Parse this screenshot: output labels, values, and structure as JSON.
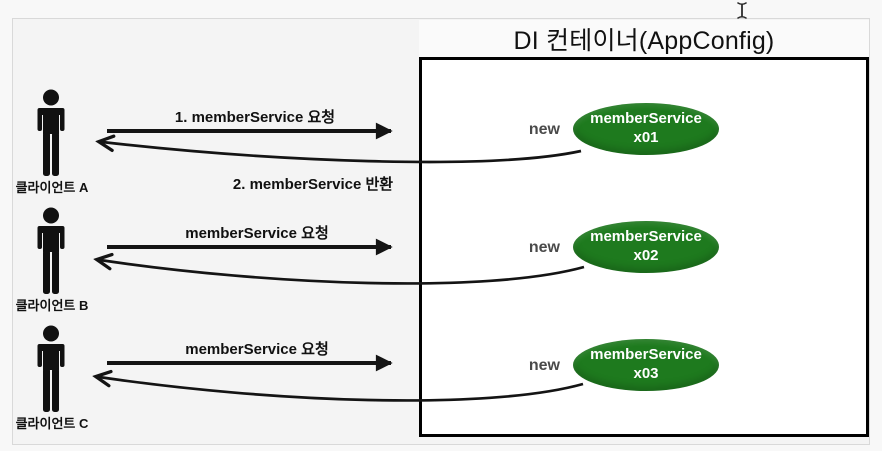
{
  "container": {
    "title": "DI 컨테이너(AppConfig)"
  },
  "rows": [
    {
      "client_label": "클라이언트 A",
      "request_label": "1. memberService 요청",
      "return_label": "2. memberService 반환",
      "new_label": "new",
      "service_name": "memberService",
      "service_instance": "x01"
    },
    {
      "client_label": "클라이언트 B",
      "request_label": "memberService 요청",
      "new_label": "new",
      "service_name": "memberService",
      "service_instance": "x02"
    },
    {
      "client_label": "클라이언트 C",
      "request_label": "memberService 요청",
      "new_label": "new",
      "service_name": "memberService",
      "service_instance": "x03"
    }
  ],
  "colors": {
    "service_ellipse": "#1e7a1e",
    "service_ellipse_text": "#ffffff",
    "new_label": "#4a4a4a",
    "arrow": "#141414",
    "container_border": "#000000",
    "container_fill": "#ffffff",
    "slide_background": "#f4f4f4",
    "canvas_background": "#f8f8f8",
    "person_icon": "#111111",
    "text": "#111111"
  }
}
